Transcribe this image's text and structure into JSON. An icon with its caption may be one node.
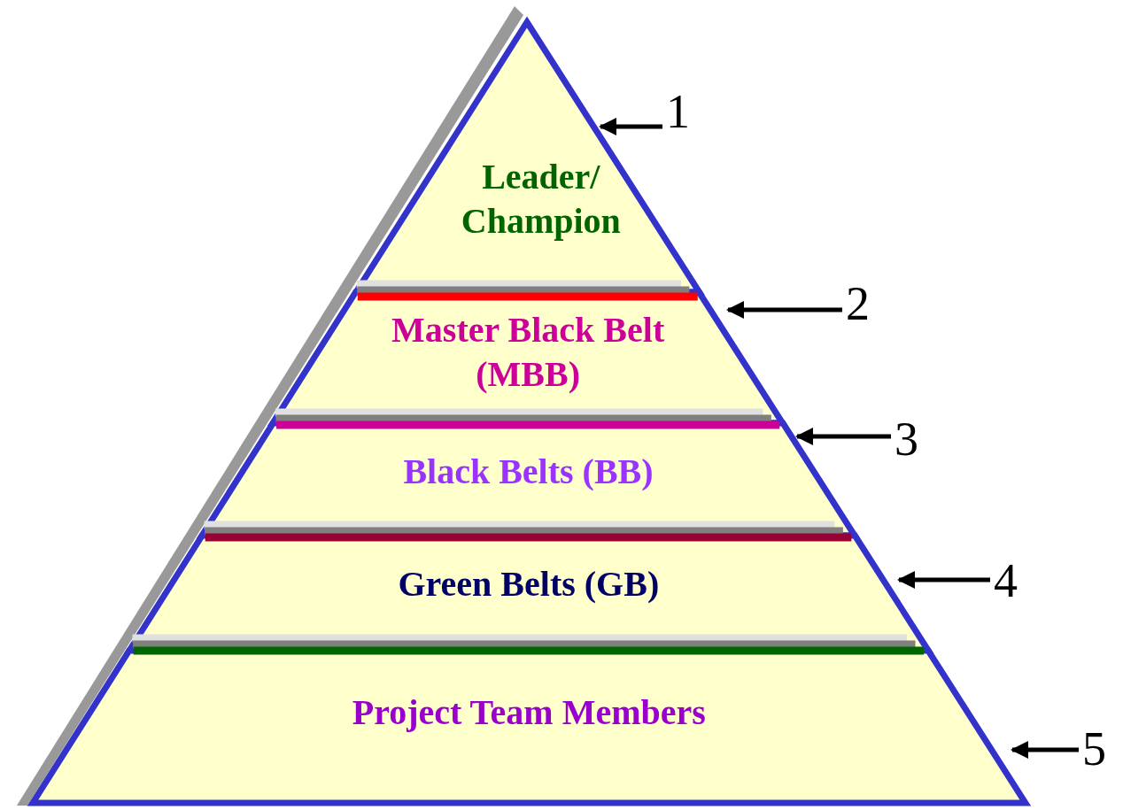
{
  "diagram": {
    "nodes": [
      {
        "text": [
          "Leader/ Champion"
        ]
      },
      {
        "text": [
          "Master Black Belt (MBB)"
        ]
      },
      {
        "text": [
          "Black Belts (BB)"
        ]
      },
      {
        "text": [
          "Green Belts (GB)"
        ]
      },
      {
        "text": [
          "Project Team Members"
        ]
      },
      {
        "text": [
          "1"
        ]
      },
      {
        "text": [
          "2"
        ]
      },
      {
        "text": [
          "3"
        ]
      },
      {
        "text": [
          "4"
        ]
      },
      {
        "text": [
          "5"
        ]
      }
    ],
    "edges": [
      {
        "from": 5,
        "to": 0,
        "arrow": "to"
      },
      {
        "from": 6,
        "to": 1,
        "arrow": "to"
      },
      {
        "from": 7,
        "to": 2,
        "arrow": "to"
      },
      {
        "from": 8,
        "to": 3,
        "arrow": "to"
      },
      {
        "from": 9,
        "to": 4,
        "arrow": "to"
      }
    ]
  }
}
